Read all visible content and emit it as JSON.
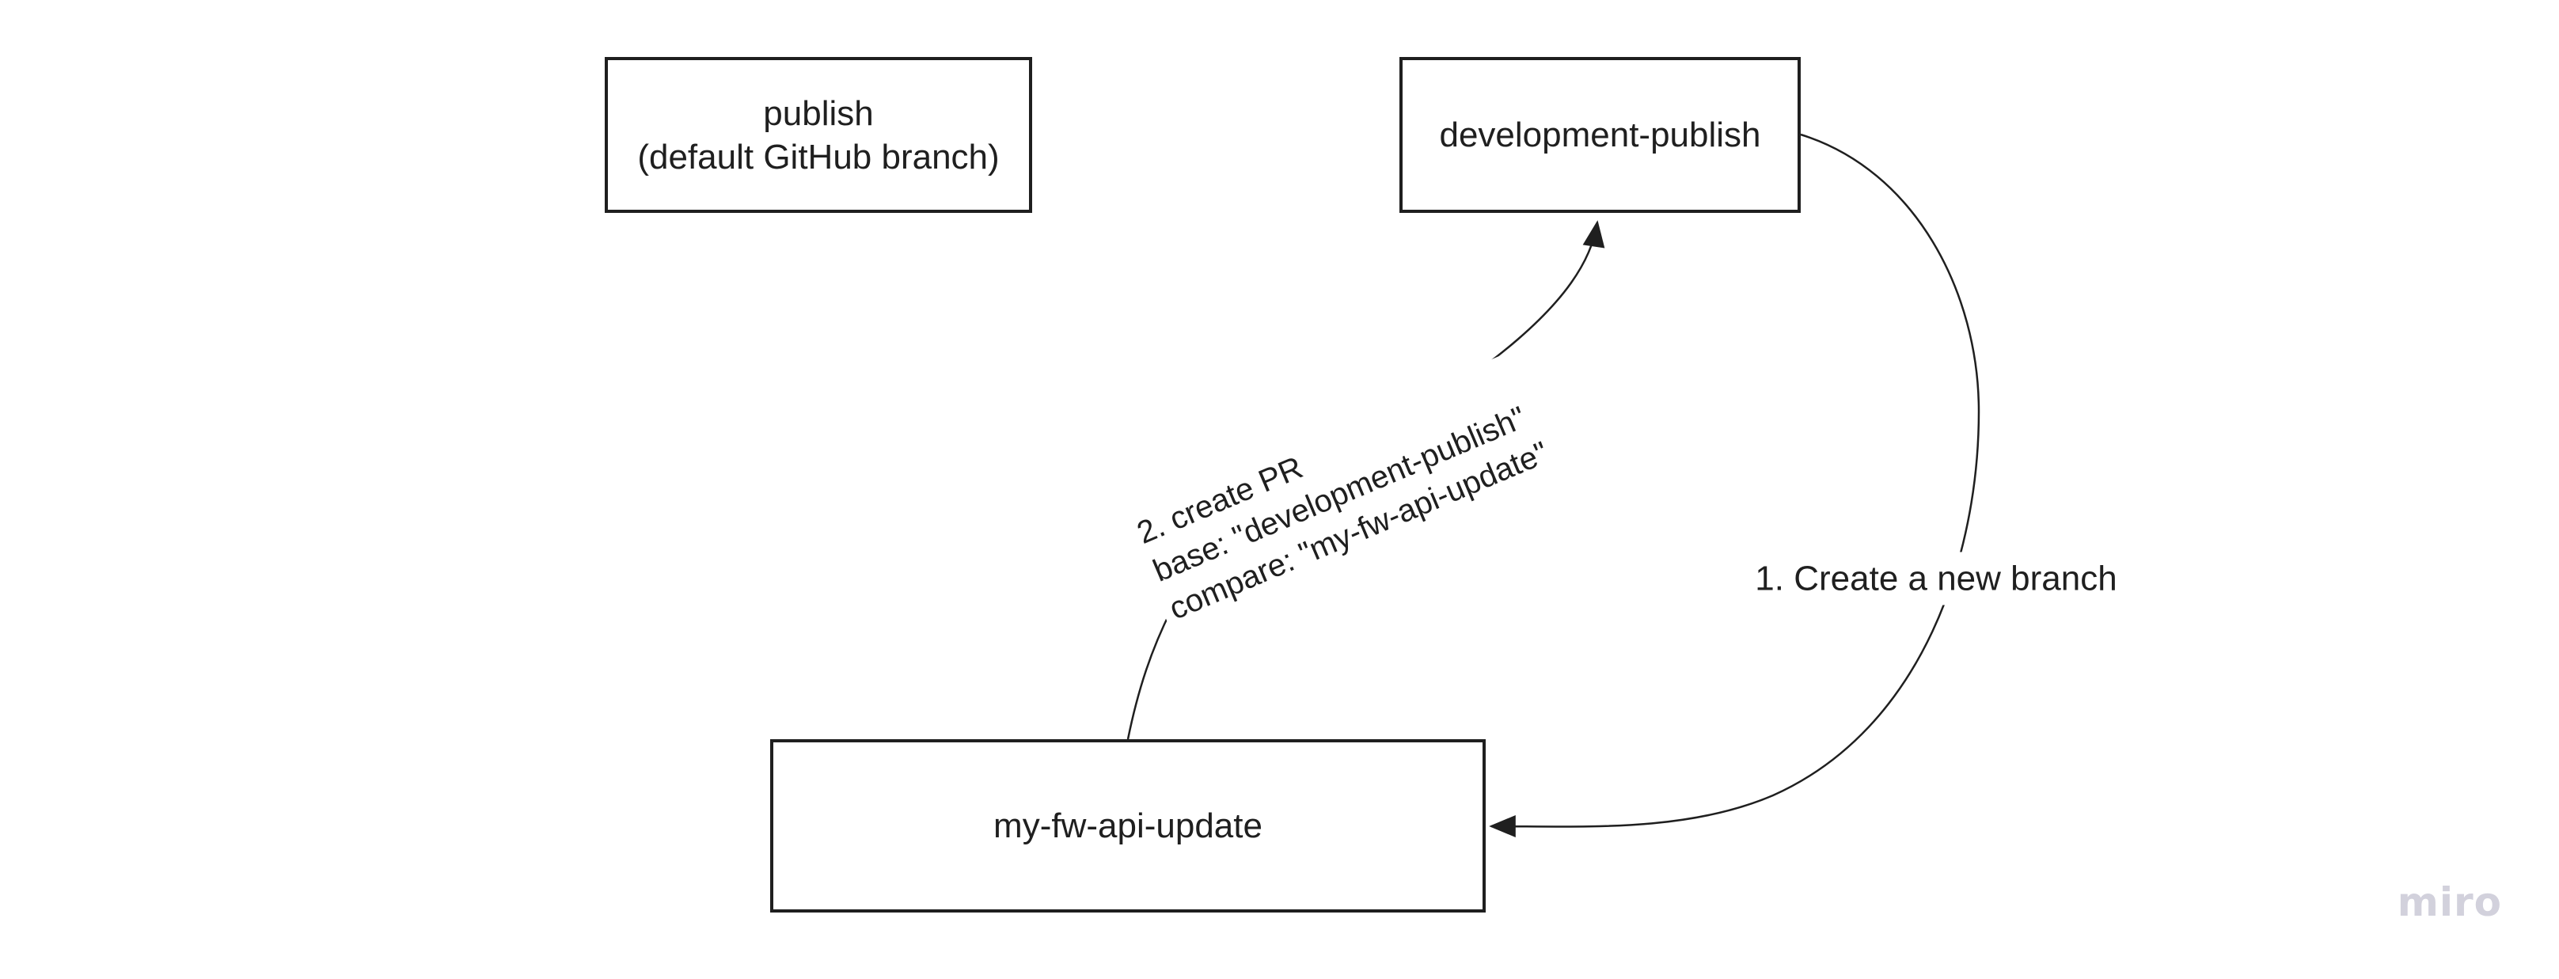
{
  "canvas": {
    "background": "#ffffff"
  },
  "nodes": [
    {
      "id": "publish",
      "label": "publish\n(default GitHub branch)"
    },
    {
      "id": "development-publish",
      "label": "development-publish"
    },
    {
      "id": "my-fw-api-update",
      "label": "my-fw-api-update"
    }
  ],
  "edges": [
    {
      "id": "create-branch",
      "from": "development-publish",
      "to": "my-fw-api-update",
      "label": "1. Create a new branch"
    },
    {
      "id": "create-pr",
      "from": "my-fw-api-update",
      "to": "development-publish",
      "label": "2. create PR\nbase: \"development-publish\"\ncompare: \"my-fw-api-update\""
    }
  ],
  "watermark": "miro",
  "colors": {
    "stroke": "#1f1f1f",
    "text": "#1f1f1f",
    "watermark": "#d2d1dc",
    "background": "#ffffff"
  }
}
